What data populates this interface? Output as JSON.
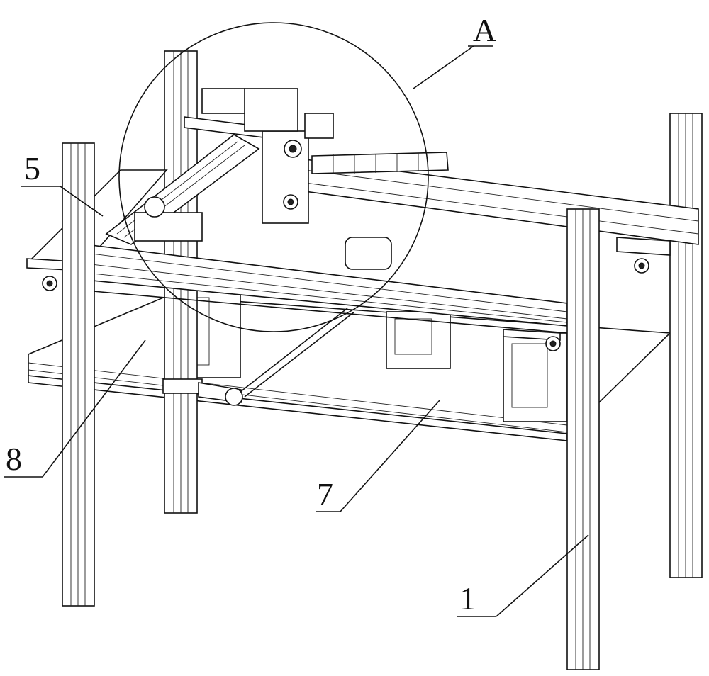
{
  "figure": {
    "labels": {
      "detail_a": "A",
      "part_5": "5",
      "part_8": "8",
      "part_7": "7",
      "part_1": "1"
    }
  }
}
